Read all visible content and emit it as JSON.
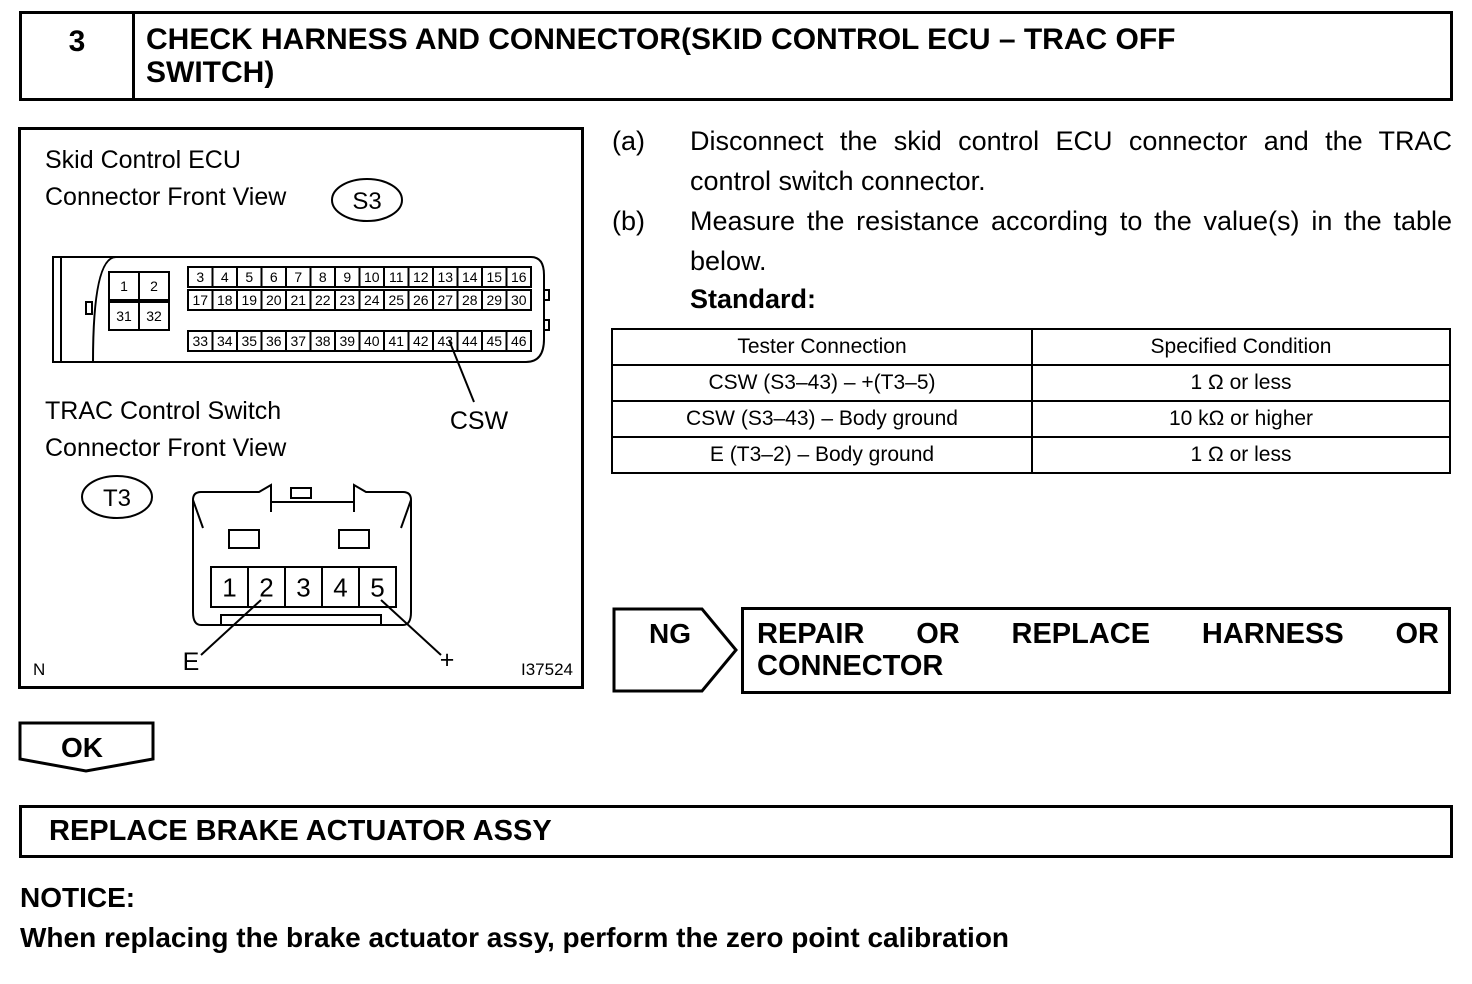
{
  "header": {
    "step_number": "3",
    "title": "CHECK HARNESS AND CONNECTOR(SKID CONTROL ECU – TRAC OFF SWITCH)"
  },
  "figure": {
    "ecu_label_line1": "Skid Control ECU",
    "ecu_label_line2": "Connector Front View",
    "ecu_code": "S3",
    "ecu_pins_left_top": [
      "1",
      "2"
    ],
    "ecu_pins_left_bottom": [
      "31",
      "32"
    ],
    "ecu_pins_row1": [
      "3",
      "4",
      "5",
      "6",
      "7",
      "8",
      "9",
      "10",
      "11",
      "12",
      "13",
      "14",
      "15",
      "16"
    ],
    "ecu_pins_row2": [
      "17",
      "18",
      "19",
      "20",
      "21",
      "22",
      "23",
      "24",
      "25",
      "26",
      "27",
      "28",
      "29",
      "30"
    ],
    "ecu_pins_row3": [
      "33",
      "34",
      "35",
      "36",
      "37",
      "38",
      "39",
      "40",
      "41",
      "42",
      "43",
      "44",
      "45",
      "46"
    ],
    "csw_label": "CSW",
    "switch_label_line1": "TRAC Control Switch",
    "switch_label_line2": "Connector Front View",
    "switch_code": "T3",
    "switch_pins": [
      "1",
      "2",
      "3",
      "4",
      "5"
    ],
    "e_label": "E",
    "plus_label": "+",
    "corner_left": "N",
    "figure_id": "I37524"
  },
  "steps": [
    {
      "tag": "(a)",
      "text": "Disconnect the skid control ECU connector and the TRAC control switch connector."
    },
    {
      "tag": "(b)",
      "text": "Measure the resistance according to the value(s) in the table below."
    }
  ],
  "standard_label": "Standard:",
  "table": {
    "headers": [
      "Tester Connection",
      "Specified Condition"
    ],
    "rows": [
      [
        "CSW (S3–43) – +(T3–5)",
        "1 Ω or less"
      ],
      [
        "CSW (S3–43) – Body ground",
        "10 kΩ or higher"
      ],
      [
        "E (T3–2) – Body ground",
        "1 Ω or less"
      ]
    ]
  },
  "ng": {
    "label": "NG",
    "result_line1": "REPAIR OR REPLACE HARNESS OR",
    "result_line2": "CONNECTOR"
  },
  "ok_label": "OK",
  "replace_text": "REPLACE BRAKE ACTUATOR ASSY",
  "notice": {
    "title": "NOTICE:",
    "text": "When replacing the brake actuator assy, perform the zero point calibration"
  }
}
